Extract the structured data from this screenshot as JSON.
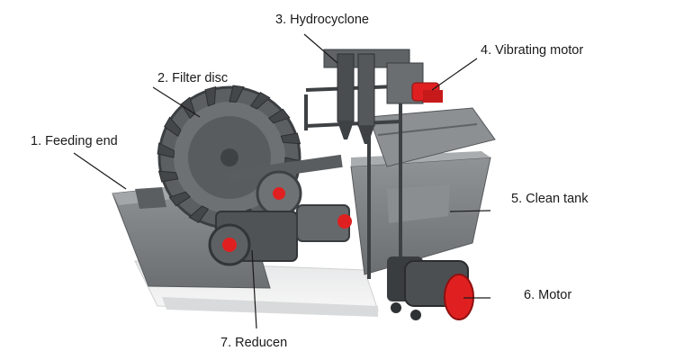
{
  "labels": {
    "feeding_end": "1. Feeding end",
    "filter_disc": "2. Filter disc",
    "hydrocyclone": "3. Hydrocyclone",
    "vibrating_motor": "4. Vibrating motor",
    "clean_tank": "5. Clean tank",
    "motor": "6. Motor",
    "reducer": "7. Reducen"
  },
  "colors": {
    "machine_steel": "#7d8184",
    "machine_dark": "#4a4d50",
    "accent_red": "#e02020",
    "leader_line": "#1a1a1a",
    "background": "#ffffff"
  }
}
